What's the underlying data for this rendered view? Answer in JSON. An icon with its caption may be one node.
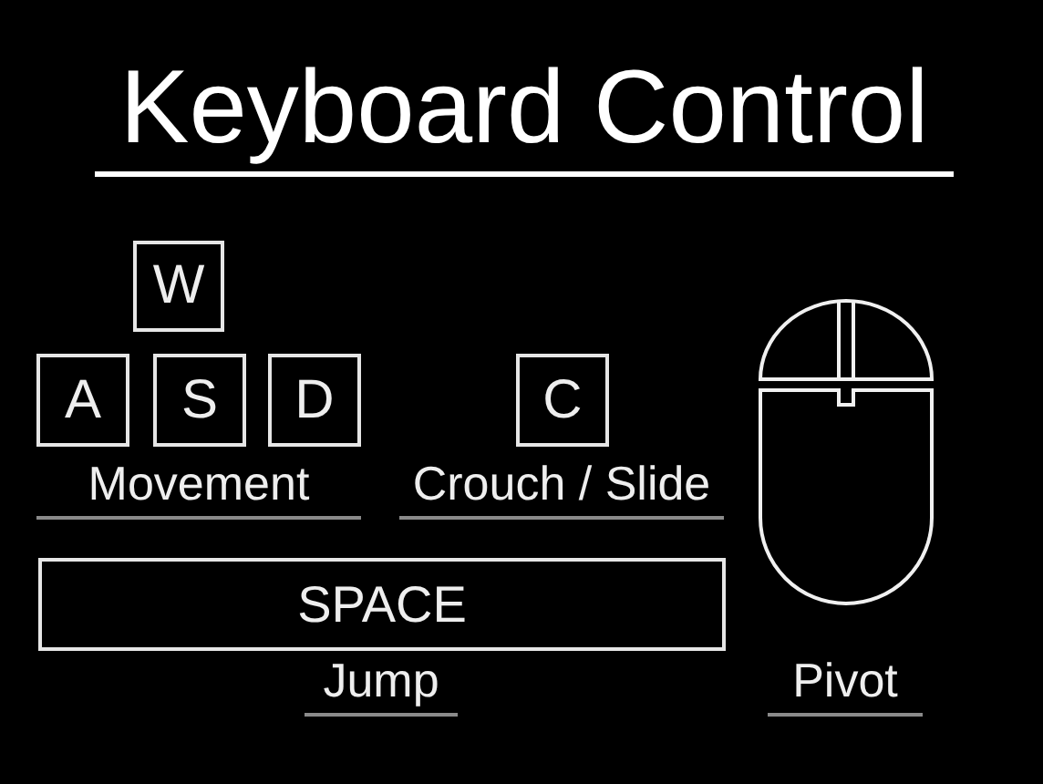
{
  "diagram": {
    "title": "Keyboard Control",
    "nodes": [
      {
        "text": [
          "W"
        ]
      },
      {
        "text": [
          "A"
        ]
      },
      {
        "text": [
          "S"
        ]
      },
      {
        "text": [
          "D"
        ]
      },
      {
        "text": [
          "C"
        ],
        "beside": [
          "Crouch / Slide"
        ]
      },
      {
        "text": [
          "SPACE"
        ],
        "beside": [
          "Jump"
        ]
      }
    ],
    "labels": [
      "Movement",
      "Pivot"
    ]
  }
}
